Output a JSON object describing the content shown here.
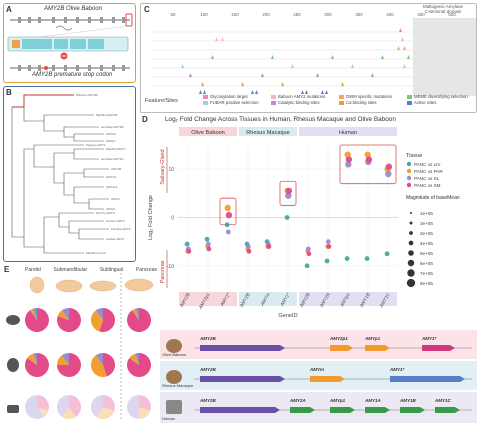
{
  "panels": {
    "a": {
      "label": "A",
      "gene_title": "AMY2B Olive Baboon",
      "stop_label": "AMY2B premature stop codon"
    },
    "b": {
      "label": "B"
    },
    "c": {
      "label": "C",
      "legend_title": "Feature/Sites",
      "legend_items": [
        {
          "name": "Glycosylation target",
          "color": "#e98ab0"
        },
        {
          "name": "Baboon AMY2 mutations",
          "color": "#f0b7c8"
        },
        {
          "name": "DWM specific mutations",
          "color": "#f5a85a"
        },
        {
          "name": "MEME diversifying selection",
          "color": "#7fc97f"
        },
        {
          "name": "FUBAR positive selection",
          "color": "#a6cee3"
        },
        {
          "name": "Catalytic binding sites",
          "color": "#c08ad0"
        },
        {
          "name": "Ca binding sites",
          "color": "#e8a030"
        },
        {
          "name": "Active Sites",
          "color": "#5a7fc8"
        }
      ],
      "domain_label": "Maltogenic Amylase\nC-terminal domain",
      "ticks": [
        "50",
        "100",
        "150",
        "200",
        "250",
        "300",
        "350",
        "400",
        "450",
        "500"
      ]
    },
    "d": {
      "label": "D",
      "title": "Log₂ Fold Change Across Tissues in Human, Rhesus Macaque and Olive Baboon",
      "species": [
        "Olive Baboon",
        "Rhesus Macaque",
        "Human"
      ],
      "ylabel": "Log₂ Fold Change",
      "top_tissue": "Salivary-Gland",
      "bottom_tissue": "Pancreas",
      "xlabel": "GeneID",
      "genes": [
        "AMY2B",
        "AMY2p1",
        "AMY1*",
        "AMY2B",
        "AMYm",
        "AMY1*",
        "AMY2B",
        "AMY2A",
        "AMYp1",
        "AMY1B",
        "AMY1C"
      ],
      "yticks": [
        "10",
        "0",
        "-10"
      ],
      "tissue_legend_title": "Tissue",
      "tissue_legend": [
        {
          "name": "PANC vs LIV",
          "color": "#45a8a0"
        },
        {
          "name": "PANC vs PAR",
          "color": "#f0a030"
        },
        {
          "name": "PANC vs SL",
          "color": "#9a8ad0"
        },
        {
          "name": "PANC vs SM",
          "color": "#e24a8a"
        }
      ],
      "size_legend_title": "Magnitude of baseMean",
      "size_legend": [
        "1e+05",
        "2e+05",
        "3e+05",
        "4e+05",
        "5e+05",
        "6e+05",
        "7e+05",
        "8e+05"
      ]
    },
    "e": {
      "label": "E",
      "tissues": [
        "Parotid",
        "Submandibular",
        "Sublingual",
        "Pancreas"
      ]
    },
    "f": {
      "baboon_label": "Olive Baboon",
      "macaque_label": "Rhesus Macaque",
      "human_label": "Human",
      "baboon_genes": [
        "AMY2B",
        "AMY2p1",
        "AMYp1",
        "AMY1*"
      ],
      "macaque_genes": [
        "AMY2B",
        "AMYm",
        "AMY1*"
      ],
      "human_genes": [
        "AMY2B",
        "AMY2A",
        "AMYp1",
        "AMY1A",
        "AMY1B",
        "AMY1C"
      ]
    }
  },
  "chart_data": {
    "type": "scatter",
    "title": "Log₂ Fold Change Across Tissues in Human, Rhesus Macaque and Olive Baboon",
    "xlabel": "GeneID",
    "ylabel": "Log₂ Fold Change",
    "categories": [
      "AMY2B",
      "AMY2p1",
      "AMY1*",
      "AMY2B",
      "AMYm",
      "AMY1*",
      "AMY2B",
      "AMY2A",
      "AMYp1",
      "AMY1B",
      "AMY1C"
    ],
    "ylim": [
      -15,
      15
    ],
    "series": [
      {
        "name": "PANC vs LIV",
        "values": [
          -5.5,
          -4.5,
          -1.5,
          -5.5,
          -5,
          0,
          -10,
          -9,
          -8.5,
          -8.5,
          -7.5
        ]
      },
      {
        "name": "PANC vs PAR",
        "values": [
          -7,
          -6,
          2,
          -6.5,
          -6,
          5.5,
          -7,
          -6,
          13,
          13,
          10
        ]
      },
      {
        "name": "PANC vs SL",
        "values": [
          -6.5,
          -5.5,
          -3,
          -6,
          -5.5,
          4.5,
          -6.5,
          -5,
          11,
          11.5,
          9
        ]
      },
      {
        "name": "PANC vs SM",
        "values": [
          -7,
          -6.5,
          0.5,
          -7,
          -6,
          5.5,
          -7.5,
          -6,
          12,
          12,
          10.5
        ]
      }
    ]
  }
}
